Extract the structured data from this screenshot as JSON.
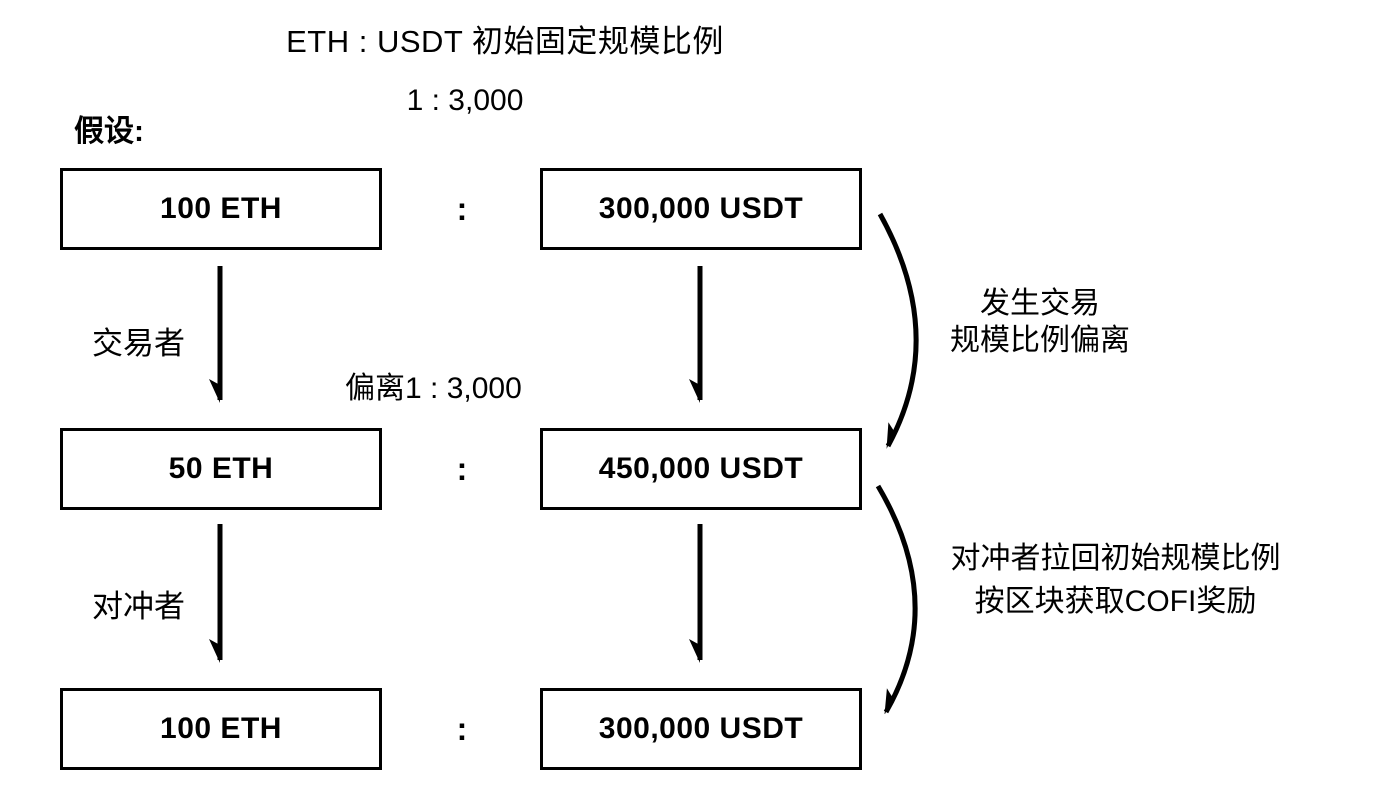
{
  "title": "ETH : USDT 初始固定规模比例",
  "initial_ratio": "1 : 3,000",
  "assumption_label": "假设:",
  "colon": ":",
  "rows": [
    {
      "eth": "100 ETH",
      "usdt": "300,000 USDT"
    },
    {
      "eth": "50 ETH",
      "usdt": "450,000 USDT"
    },
    {
      "eth": "100 ETH",
      "usdt": "300,000 USDT"
    }
  ],
  "labels": {
    "trader": "交易者",
    "hedger": "对冲者",
    "deviation": "偏离1 : 3,000",
    "trade_note_line1": "发生交易",
    "trade_note_line2": "规模比例偏离",
    "hedge_note_line1": "对冲者拉回初始规模比例",
    "hedge_note_line2": "按区块获取COFI奖励"
  },
  "colors": {
    "ink": "#000000",
    "background": "#ffffff"
  }
}
